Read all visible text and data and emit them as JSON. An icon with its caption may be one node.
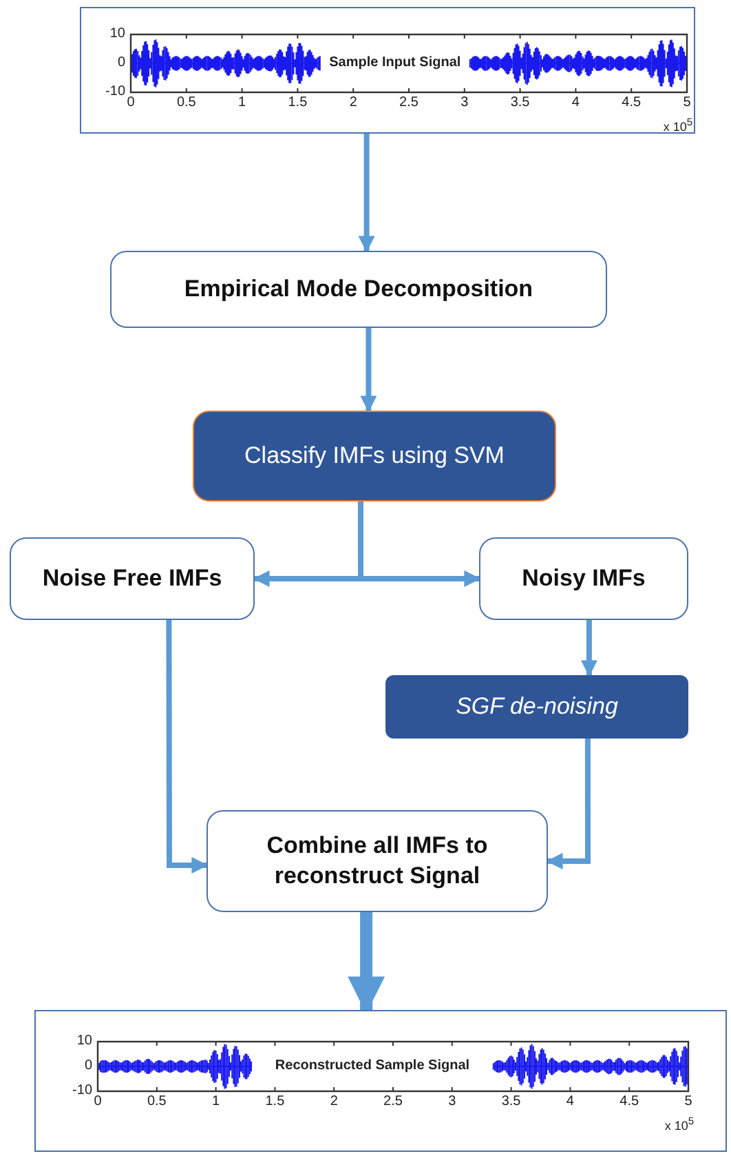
{
  "diagram": {
    "nodes": [
      {
        "text": [
          "Sample Input Signal"
        ]
      },
      {
        "text": [
          "Empirical Mode Decomposition"
        ]
      },
      {
        "text": [
          "Classify IMFs using SVM"
        ]
      },
      {
        "text": [
          "Noise Free IMFs"
        ]
      },
      {
        "text": [
          "Noisy IMFs"
        ]
      },
      {
        "text": [
          "SGF de-noising"
        ]
      },
      {
        "text": [
          "Combine all IMFs to reconstruct Signal"
        ]
      },
      {
        "text": [
          "Reconstructed Sample Signal"
        ]
      }
    ],
    "edges": [
      {
        "from": 0,
        "to": 1,
        "arrow": "to"
      },
      {
        "from": 1,
        "to": 2,
        "arrow": "to"
      },
      {
        "from": 2,
        "to": 3,
        "arrow": "to"
      },
      {
        "from": 2,
        "to": 4,
        "arrow": "to"
      },
      {
        "from": 4,
        "to": 5,
        "arrow": "to"
      },
      {
        "from": 3,
        "to": 6,
        "arrow": "to"
      },
      {
        "from": 5,
        "to": 6,
        "arrow": "to"
      },
      {
        "from": 6,
        "to": 7,
        "arrow": "to",
        "style": "thick"
      }
    ],
    "labels": [
      "10",
      "0",
      "-10",
      "0",
      "0.5",
      "1",
      "1.5",
      "2",
      "2.5",
      "3",
      "3.5",
      "4",
      "4.5",
      "5",
      "x 10$^{5}$",
      "10",
      "0",
      "-10",
      "0",
      "0.5",
      "1",
      "1.5",
      "2",
      "2.5",
      "3",
      "3.5",
      "4",
      "4.5",
      "5",
      "x 10$^{5}$"
    ]
  }
}
